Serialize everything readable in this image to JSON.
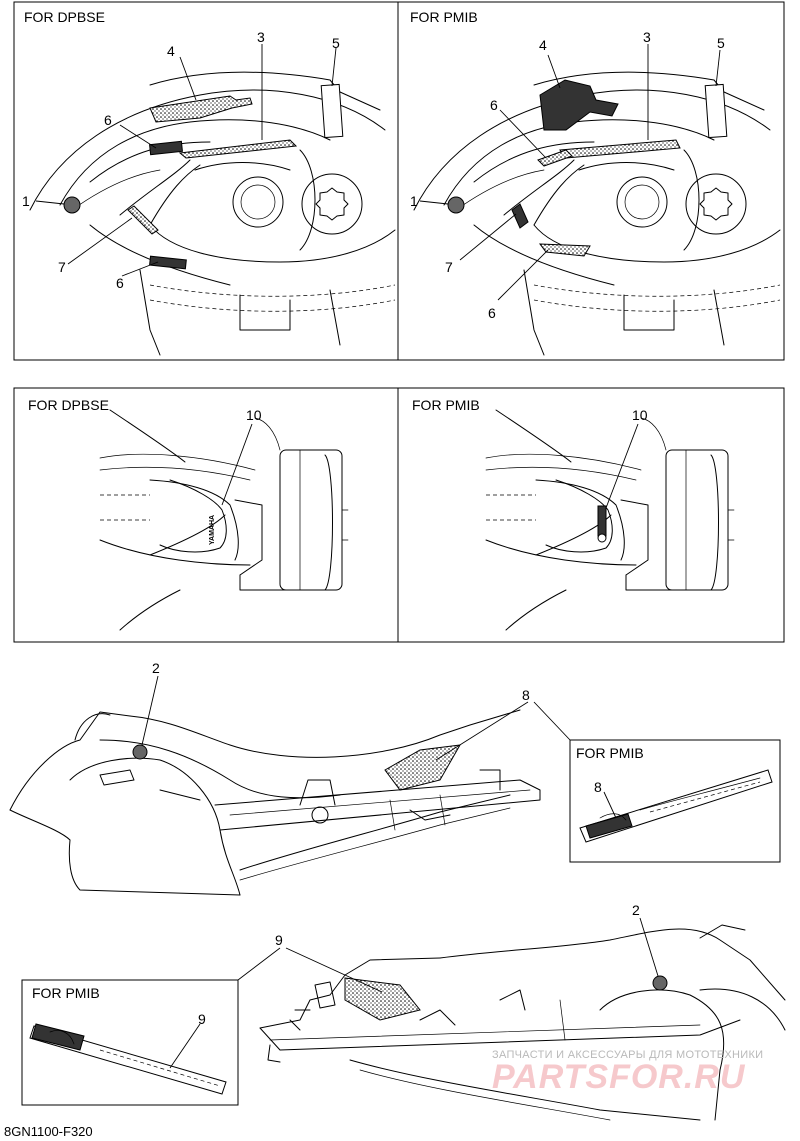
{
  "panels": {
    "top_left": {
      "title": "FOR DPBSE",
      "labels": {
        "l1": "1",
        "l3": "3",
        "l4": "4",
        "l5": "5",
        "l6a": "6",
        "l6b": "6",
        "l7": "7"
      }
    },
    "top_right": {
      "title": "FOR PMIB",
      "labels": {
        "l1": "1",
        "l3": "3",
        "l4": "4",
        "l5": "5",
        "l6a": "6",
        "l6b": "6",
        "l7": "7"
      }
    },
    "mid_left": {
      "title": "FOR DPBSE",
      "labels": {
        "l10": "10"
      },
      "decal_text": "YAMAHA"
    },
    "mid_right": {
      "title": "FOR PMIB",
      "labels": {
        "l10": "10"
      }
    }
  },
  "side_view_left": {
    "labels": {
      "l2": "2",
      "l8": "8"
    },
    "inset": {
      "title": "FOR PMIB",
      "label": "8"
    }
  },
  "side_view_right": {
    "labels": {
      "l2": "2",
      "l9": "9"
    },
    "inset": {
      "title": "FOR PMIB",
      "label": "9"
    }
  },
  "front_decal_text": "YAMAHA",
  "footer_code": "8GN1100-F320",
  "watermark": {
    "line1": "ЗАПЧАСТИ И АКСЕССУАРЫ ДЛЯ МОТОТЕХНИКИ",
    "line2": "PARTSFOR.RU"
  }
}
